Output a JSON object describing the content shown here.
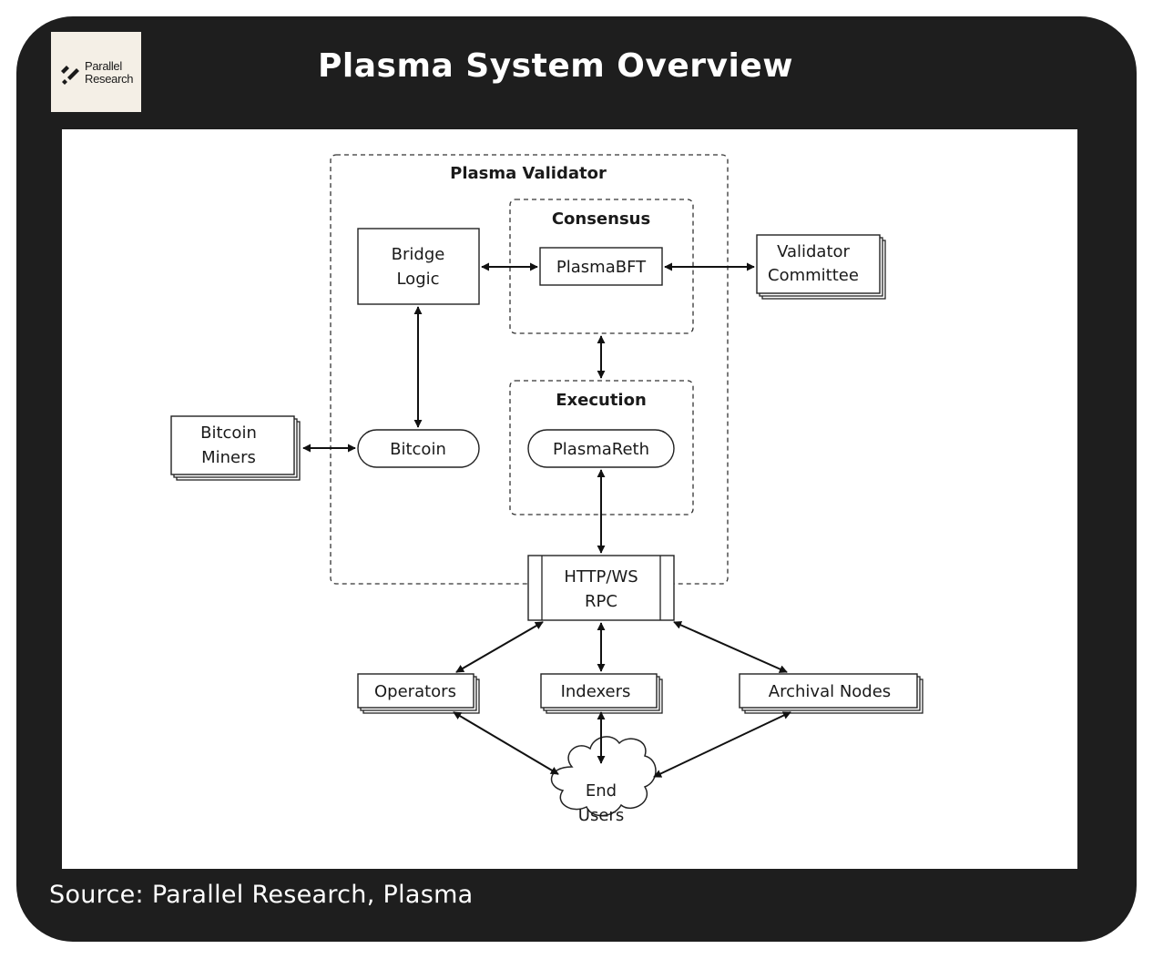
{
  "header": {
    "title": "Plasma System Overview",
    "logo_line1": "Parallel",
    "logo_line2": "Research"
  },
  "diagram": {
    "groups": {
      "validator": "Plasma Validator",
      "consensus": "Consensus",
      "execution": "Execution"
    },
    "nodes": {
      "bridge_logic": [
        "Bridge",
        "Logic"
      ],
      "plasma_bft": "PlasmaBFT",
      "validator_committee": [
        "Validator",
        "Committee"
      ],
      "bitcoin": "Bitcoin",
      "bitcoin_miners": [
        "Bitcoin",
        "Miners"
      ],
      "plasma_reth": "PlasmaReth",
      "rpc": [
        "HTTP/WS",
        "RPC"
      ],
      "operators": "Operators",
      "indexers": "Indexers",
      "archival_nodes": "Archival Nodes",
      "end_users": [
        "End",
        "Users"
      ]
    }
  },
  "footer": {
    "source": "Source: Parallel Research, Plasma"
  }
}
